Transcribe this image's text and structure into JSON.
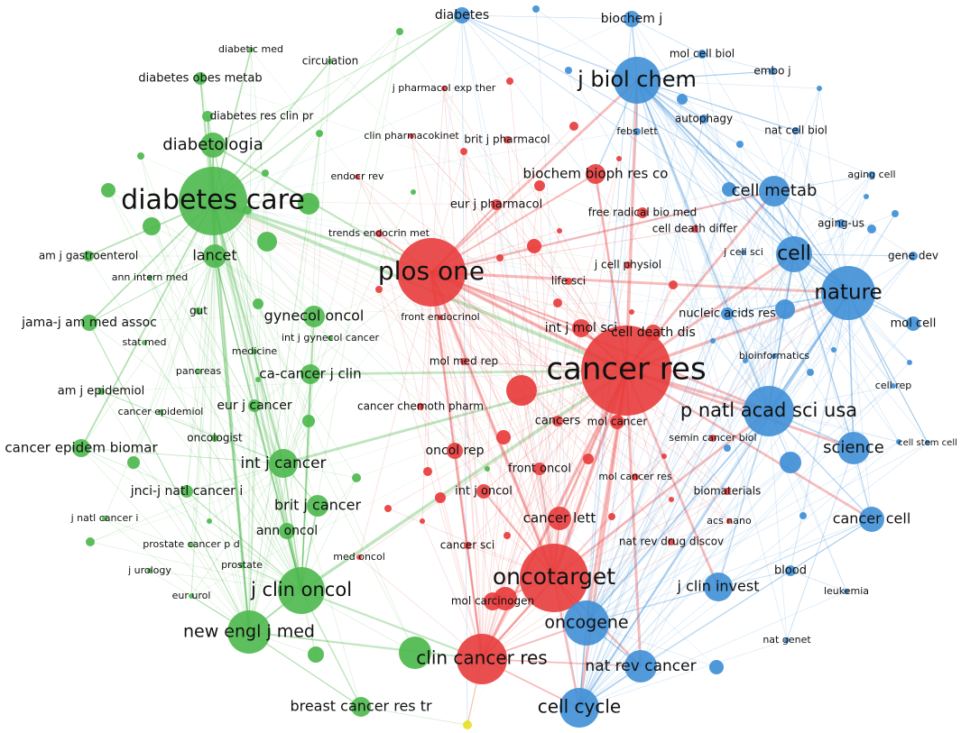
{
  "colors": {
    "green": "#4cb84c",
    "red": "#e83c3c",
    "blue": "#3f8fd6",
    "yellow": "#e6e020"
  },
  "nodes": [
    {
      "id": "diabetes-care",
      "label": "diabetes care",
      "group": "green",
      "weight": 30
    },
    {
      "id": "diabetologia",
      "label": "diabetologia",
      "group": "green",
      "weight": 9
    },
    {
      "id": "diabetes-obes-metab",
      "label": "diabetes obes metab",
      "group": "green",
      "weight": 5
    },
    {
      "id": "diabetic-med",
      "label": "diabetic med",
      "group": "green",
      "weight": 2
    },
    {
      "id": "circulation",
      "label": "circulation",
      "group": "green",
      "weight": 2
    },
    {
      "id": "diabetes-res-clin-pr",
      "label": "diabetes res clin pr",
      "group": "green",
      "weight": 4
    },
    {
      "id": "lancet",
      "label": "lancet",
      "group": "green",
      "weight": 9
    },
    {
      "id": "am-j-gastroenterol",
      "label": "am j gastroenterol",
      "group": "green",
      "weight": 3
    },
    {
      "id": "ann-intern-med",
      "label": "ann intern med",
      "group": "green",
      "weight": 2
    },
    {
      "id": "gut",
      "label": "gut",
      "group": "green",
      "weight": 2
    },
    {
      "id": "jama",
      "label": "jama-j am med assoc",
      "group": "green",
      "weight": 4
    },
    {
      "id": "stat-med",
      "label": "stat med",
      "group": "green",
      "weight": 2
    },
    {
      "id": "pancreas",
      "label": "pancreas",
      "group": "green",
      "weight": 2
    },
    {
      "id": "medicine",
      "label": "medicine",
      "group": "green",
      "weight": 2
    },
    {
      "id": "gynecol-oncol",
      "label": "gynecol oncol",
      "group": "green",
      "weight": 8
    },
    {
      "id": "int-j-gynecol-cancer",
      "label": "int j gynecol cancer",
      "group": "green",
      "weight": 2
    },
    {
      "id": "ca-cancer-j-clin",
      "label": "ca-cancer j clin",
      "group": "green",
      "weight": 7
    },
    {
      "id": "am-j-epidemiol",
      "label": "am j epidemiol",
      "group": "green",
      "weight": 3
    },
    {
      "id": "cancer-epidemiol",
      "label": "cancer epidemiol",
      "group": "green",
      "weight": 2
    },
    {
      "id": "eur-j-cancer",
      "label": "eur j cancer",
      "group": "green",
      "weight": 5
    },
    {
      "id": "oncologist",
      "label": "oncologist",
      "group": "green",
      "weight": 3
    },
    {
      "id": "cancer-epidem-biomar",
      "label": "cancer epidem biomar",
      "group": "green",
      "weight": 5
    },
    {
      "id": "int-j-cancer",
      "label": "int j cancer",
      "group": "green",
      "weight": 11
    },
    {
      "id": "jnci",
      "label": "jnci-j natl cancer i",
      "group": "green",
      "weight": 5
    },
    {
      "id": "j-natl-cancer-i",
      "label": "j natl cancer i",
      "group": "green",
      "weight": 2
    },
    {
      "id": "brit-j-cancer",
      "label": "brit j cancer",
      "group": "green",
      "weight": 8
    },
    {
      "id": "ann-oncol",
      "label": "ann oncol",
      "group": "green",
      "weight": 6
    },
    {
      "id": "prostate-cancer-p-d",
      "label": "prostate cancer p d",
      "group": "green",
      "weight": 2
    },
    {
      "id": "j-urology",
      "label": "j urology",
      "group": "green",
      "weight": 2
    },
    {
      "id": "prostate",
      "label": "prostate",
      "group": "green",
      "weight": 2
    },
    {
      "id": "j-clin-oncol",
      "label": "j clin oncol",
      "group": "green",
      "weight": 20
    },
    {
      "id": "eur-urol",
      "label": "eur urol",
      "group": "green",
      "weight": 2
    },
    {
      "id": "new-engl-j-med",
      "label": "new engl j med",
      "group": "green",
      "weight": 16
    },
    {
      "id": "breast-cancer-res-tr",
      "label": "breast cancer res tr",
      "group": "green",
      "weight": 7
    },
    {
      "id": "plos-one",
      "label": "plos one",
      "group": "red",
      "weight": 30
    },
    {
      "id": "cancer-res",
      "label": "cancer res",
      "group": "red",
      "weight": 40
    },
    {
      "id": "oncotarget",
      "label": "oncotarget",
      "group": "red",
      "weight": 30
    },
    {
      "id": "clin-cancer-res",
      "label": "clin cancer res",
      "group": "red",
      "weight": 18
    },
    {
      "id": "j-pharmacol-exp-ther",
      "label": "j pharmacol exp ther",
      "group": "red",
      "weight": 2
    },
    {
      "id": "clin-pharmacokinet",
      "label": "clin pharmacokinet",
      "group": "red",
      "weight": 2
    },
    {
      "id": "brit-j-pharmacol",
      "label": "brit j pharmacol",
      "group": "red",
      "weight": 3
    },
    {
      "id": "biochem-bioph-res-co",
      "label": "biochem bioph res co",
      "group": "red",
      "weight": 7
    },
    {
      "id": "endocr-rev",
      "label": "endocr rev",
      "group": "red",
      "weight": 2
    },
    {
      "id": "eur-j-pharmacol",
      "label": "eur j pharmacol",
      "group": "red",
      "weight": 4
    },
    {
      "id": "free-radical-bio-med",
      "label": "free radical bio med",
      "group": "red",
      "weight": 4
    },
    {
      "id": "cell-death-differ",
      "label": "cell death differ",
      "group": "red",
      "weight": 3
    },
    {
      "id": "trends-endocrin-met",
      "label": "trends endocrin met",
      "group": "red",
      "weight": 3
    },
    {
      "id": "j-cell-physiol",
      "label": "j cell physiol",
      "group": "red",
      "weight": 3
    },
    {
      "id": "life-sci",
      "label": "life sci",
      "group": "red",
      "weight": 3
    },
    {
      "id": "front-endocrinol",
      "label": "front endocrinol",
      "group": "red",
      "weight": 2
    },
    {
      "id": "int-j-mol-sci",
      "label": "int j mol sci",
      "group": "red",
      "weight": 7
    },
    {
      "id": "cell-death-dis",
      "label": "cell death dis",
      "group": "red",
      "weight": 6
    },
    {
      "id": "mol-med-rep",
      "label": "mol med rep",
      "group": "red",
      "weight": 3
    },
    {
      "id": "cancer-chemoth-pharm",
      "label": "cancer chemoth pharm",
      "group": "red",
      "weight": 3
    },
    {
      "id": "cancers",
      "label": "cancers",
      "group": "red",
      "weight": 4
    },
    {
      "id": "mol-cancer",
      "label": "mol cancer",
      "group": "red",
      "weight": 5
    },
    {
      "id": "semin-cancer-biol",
      "label": "semin cancer biol",
      "group": "red",
      "weight": 3
    },
    {
      "id": "oncol-rep",
      "label": "oncol rep",
      "group": "red",
      "weight": 6
    },
    {
      "id": "front-oncol",
      "label": "front oncol",
      "group": "red",
      "weight": 5
    },
    {
      "id": "mol-cancer-res",
      "label": "mol cancer res",
      "group": "red",
      "weight": 3
    },
    {
      "id": "int-j-oncol",
      "label": "int j oncol",
      "group": "red",
      "weight": 5
    },
    {
      "id": "biomaterials",
      "label": "biomaterials",
      "group": "red",
      "weight": 3
    },
    {
      "id": "cancer-lett",
      "label": "cancer lett",
      "group": "red",
      "weight": 9
    },
    {
      "id": "acs-nano",
      "label": "acs nano",
      "group": "red",
      "weight": 2
    },
    {
      "id": "nat-rev-drug-discov",
      "label": "nat rev drug discov",
      "group": "red",
      "weight": 3
    },
    {
      "id": "cancer-sci",
      "label": "cancer sci",
      "group": "red",
      "weight": 3
    },
    {
      "id": "med-oncol",
      "label": "med oncol",
      "group": "red",
      "weight": 2
    },
    {
      "id": "mol-carcinogen",
      "label": "mol carcinogen",
      "group": "red",
      "weight": 5
    },
    {
      "id": "diabetes",
      "label": "diabetes",
      "group": "blue",
      "weight": 6
    },
    {
      "id": "biochem-j",
      "label": "biochem j",
      "group": "blue",
      "weight": 5
    },
    {
      "id": "mol-cell-biol",
      "label": "mol cell biol",
      "group": "blue",
      "weight": 3
    },
    {
      "id": "embo-j",
      "label": "embo j",
      "group": "blue",
      "weight": 2
    },
    {
      "id": "j-biol-chem",
      "label": "j biol chem",
      "group": "blue",
      "weight": 20
    },
    {
      "id": "autophagy",
      "label": "autophagy",
      "group": "blue",
      "weight": 3
    },
    {
      "id": "febs-lett",
      "label": "febs lett",
      "group": "blue",
      "weight": 2
    },
    {
      "id": "nat-cell-biol",
      "label": "nat cell biol",
      "group": "blue",
      "weight": 3
    },
    {
      "id": "aging-cell",
      "label": "aging cell",
      "group": "blue",
      "weight": 2
    },
    {
      "id": "cell-metab",
      "label": "cell metab",
      "group": "blue",
      "weight": 12
    },
    {
      "id": "aging-us",
      "label": "aging-us",
      "group": "blue",
      "weight": 3
    },
    {
      "id": "cell",
      "label": "cell",
      "group": "blue",
      "weight": 14
    },
    {
      "id": "j-cell-sci",
      "label": "j cell sci",
      "group": "blue",
      "weight": 2
    },
    {
      "id": "gene-dev",
      "label": "gene dev",
      "group": "blue",
      "weight": 3
    },
    {
      "id": "nature",
      "label": "nature",
      "group": "blue",
      "weight": 22
    },
    {
      "id": "nucleic-acids-res",
      "label": "nucleic acids res",
      "group": "blue",
      "weight": 5
    },
    {
      "id": "mol-cell",
      "label": "mol cell",
      "group": "blue",
      "weight": 5
    },
    {
      "id": "bioinformatics",
      "label": "bioinformatics",
      "group": "blue",
      "weight": 3
    },
    {
      "id": "cell-rep",
      "label": "cell rep",
      "group": "blue",
      "weight": 2
    },
    {
      "id": "p-natl-acad-sci-usa",
      "label": "p natl acad sci usa",
      "group": "blue",
      "weight": 18
    },
    {
      "id": "science",
      "label": "science",
      "group": "blue",
      "weight": 12
    },
    {
      "id": "cell-stem-cell",
      "label": "cell stem cell",
      "group": "blue",
      "weight": 2
    },
    {
      "id": "cancer-cell",
      "label": "cancer cell",
      "group": "blue",
      "weight": 8
    },
    {
      "id": "j-clin-invest",
      "label": "j clin invest",
      "group": "blue",
      "weight": 9
    },
    {
      "id": "blood",
      "label": "blood",
      "group": "blue",
      "weight": 4
    },
    {
      "id": "leukemia",
      "label": "leukemia",
      "group": "blue",
      "weight": 2
    },
    {
      "id": "oncogene",
      "label": "oncogene",
      "group": "blue",
      "weight": 16
    },
    {
      "id": "nat-genet",
      "label": "nat genet",
      "group": "blue",
      "weight": 2
    },
    {
      "id": "nat-rev-cancer",
      "label": "nat rev cancer",
      "group": "blue",
      "weight": 12
    },
    {
      "id": "cell-cycle",
      "label": "cell cycle",
      "group": "blue",
      "weight": 14
    },
    {
      "id": "yellow-node",
      "label": "",
      "group": "yellow",
      "weight": 2
    }
  ],
  "links": [
    [
      "diabetes-care",
      "diabetologia"
    ],
    [
      "diabetes-care",
      "lancet"
    ],
    [
      "diabetes-care",
      "diabetes-obes-metab"
    ],
    [
      "diabetes-care",
      "diabetes-res-clin-pr"
    ],
    [
      "diabetes-care",
      "jama"
    ],
    [
      "diabetes-care",
      "plos-one"
    ],
    [
      "diabetes-care",
      "new-engl-j-med"
    ],
    [
      "diabetes-care",
      "int-j-cancer"
    ],
    [
      "diabetes-care",
      "diabetes"
    ],
    [
      "diabetes-care",
      "cancer-res"
    ],
    [
      "diabetes-care",
      "cancer-epidem-biomar"
    ],
    [
      "diabetes-care",
      "am-j-gastroenterol"
    ],
    [
      "diabetes-care",
      "circulation"
    ],
    [
      "diabetes-care",
      "diabetic-med"
    ],
    [
      "diabetes-care",
      "j-clin-oncol"
    ],
    [
      "diabetologia",
      "lancet"
    ],
    [
      "diabetologia",
      "plos-one"
    ],
    [
      "diabetologia",
      "diabetes"
    ],
    [
      "lancet",
      "new-engl-j-med"
    ],
    [
      "lancet",
      "j-clin-oncol"
    ],
    [
      "lancet",
      "jama"
    ],
    [
      "jama",
      "new-engl-j-med"
    ],
    [
      "am-j-epidemiol",
      "int-j-cancer"
    ],
    [
      "cancer-epidem-biomar",
      "int-j-cancer"
    ],
    [
      "cancer-epidem-biomar",
      "jnci"
    ],
    [
      "int-j-cancer",
      "brit-j-cancer"
    ],
    [
      "int-j-cancer",
      "j-clin-oncol"
    ],
    [
      "int-j-cancer",
      "cancer-res"
    ],
    [
      "brit-j-cancer",
      "j-clin-oncol"
    ],
    [
      "gynecol-oncol",
      "j-clin-oncol"
    ],
    [
      "gynecol-oncol",
      "ca-cancer-j-clin"
    ],
    [
      "ca-cancer-j-clin",
      "j-clin-oncol"
    ],
    [
      "ca-cancer-j-clin",
      "cancer-res"
    ],
    [
      "j-clin-oncol",
      "new-engl-j-med"
    ],
    [
      "j-clin-oncol",
      "clin-cancer-res"
    ],
    [
      "j-clin-oncol",
      "cancer-res"
    ],
    [
      "j-clin-oncol",
      "ann-oncol"
    ],
    [
      "j-clin-oncol",
      "breast-cancer-res-tr"
    ],
    [
      "new-engl-j-med",
      "clin-cancer-res"
    ],
    [
      "new-engl-j-med",
      "breast-cancer-res-tr"
    ],
    [
      "new-engl-j-med",
      "eur-urol"
    ],
    [
      "jnci",
      "j-clin-oncol"
    ],
    [
      "eur-j-cancer",
      "j-clin-oncol"
    ],
    [
      "gut",
      "lancet"
    ],
    [
      "prostate",
      "j-clin-oncol"
    ],
    [
      "breast-cancer-res-tr",
      "yellow-node"
    ],
    [
      "clin-cancer-res",
      "yellow-node"
    ],
    [
      "diabetes",
      "yellow-node"
    ],
    [
      "plos-one",
      "cancer-res"
    ],
    [
      "plos-one",
      "oncotarget"
    ],
    [
      "plos-one",
      "clin-cancer-res"
    ],
    [
      "plos-one",
      "biochem-bioph-res-co"
    ],
    [
      "plos-one",
      "int-j-mol-sci"
    ],
    [
      "plos-one",
      "j-biol-chem"
    ],
    [
      "plos-one",
      "nature"
    ],
    [
      "plos-one",
      "cell-metab"
    ],
    [
      "plos-one",
      "p-natl-acad-sci-usa"
    ],
    [
      "plos-one",
      "trends-endocrin-met"
    ],
    [
      "plos-one",
      "front-endocrinol"
    ],
    [
      "plos-one",
      "eur-j-pharmacol"
    ],
    [
      "cancer-res",
      "oncotarget"
    ],
    [
      "cancer-res",
      "clin-cancer-res"
    ],
    [
      "cancer-res",
      "nature"
    ],
    [
      "cancer-res",
      "cell"
    ],
    [
      "cancer-res",
      "p-natl-acad-sci-usa"
    ],
    [
      "cancer-res",
      "science"
    ],
    [
      "cancer-res",
      "j-biol-chem"
    ],
    [
      "cancer-res",
      "oncogene"
    ],
    [
      "cancer-res",
      "cancer-cell"
    ],
    [
      "cancer-res",
      "nat-rev-cancer"
    ],
    [
      "cancer-res",
      "cell-cycle"
    ],
    [
      "cancer-res",
      "cancer-lett"
    ],
    [
      "cancer-res",
      "int-j-mol-sci"
    ],
    [
      "cancer-res",
      "cell-death-dis"
    ],
    [
      "cancer-res",
      "mol-cancer"
    ],
    [
      "cancer-res",
      "j-clin-invest"
    ],
    [
      "cancer-res",
      "cell-metab"
    ],
    [
      "cancer-res",
      "biochem-bioph-res-co"
    ],
    [
      "oncotarget",
      "clin-cancer-res"
    ],
    [
      "oncotarget",
      "oncogene"
    ],
    [
      "oncotarget",
      "cancer-lett"
    ],
    [
      "oncotarget",
      "cell-cycle"
    ],
    [
      "oncotarget",
      "nat-rev-cancer"
    ],
    [
      "oncotarget",
      "mol-carcinogen"
    ],
    [
      "oncotarget",
      "p-natl-acad-sci-usa"
    ],
    [
      "oncotarget",
      "int-j-oncol"
    ],
    [
      "oncotarget",
      "front-oncol"
    ],
    [
      "clin-cancer-res",
      "cell-cycle"
    ],
    [
      "clin-cancer-res",
      "oncogene"
    ],
    [
      "clin-cancer-res",
      "nat-rev-cancer"
    ],
    [
      "j-biol-chem",
      "biochem-j"
    ],
    [
      "j-biol-chem",
      "mol-cell-biol"
    ],
    [
      "j-biol-chem",
      "cell-metab"
    ],
    [
      "j-biol-chem",
      "diabetes"
    ],
    [
      "j-biol-chem",
      "nature"
    ],
    [
      "j-biol-chem",
      "cell"
    ],
    [
      "j-biol-chem",
      "p-natl-acad-sci-usa"
    ],
    [
      "j-biol-chem",
      "embo-j"
    ],
    [
      "j-biol-chem",
      "autophagy"
    ],
    [
      "j-biol-chem",
      "febs-lett"
    ],
    [
      "j-biol-chem",
      "nat-cell-biol"
    ],
    [
      "j-biol-chem",
      "biochem-bioph-res-co"
    ],
    [
      "cell-metab",
      "cell"
    ],
    [
      "cell-metab",
      "nature"
    ],
    [
      "cell-metab",
      "aging-cell"
    ],
    [
      "cell-metab",
      "aging-us"
    ],
    [
      "cell",
      "nature"
    ],
    [
      "cell",
      "science"
    ],
    [
      "cell",
      "p-natl-acad-sci-usa"
    ],
    [
      "cell",
      "mol-cell"
    ],
    [
      "cell",
      "gene-dev"
    ],
    [
      "nature",
      "science"
    ],
    [
      "nature",
      "p-natl-acad-sci-usa"
    ],
    [
      "nature",
      "mol-cell"
    ],
    [
      "nature",
      "nucleic-acids-res"
    ],
    [
      "nature",
      "cell-stem-cell"
    ],
    [
      "nature",
      "cell-rep"
    ],
    [
      "p-natl-acad-sci-usa",
      "science"
    ],
    [
      "p-natl-acad-sci-usa",
      "j-clin-invest"
    ],
    [
      "p-natl-acad-sci-usa",
      "oncogene"
    ],
    [
      "p-natl-acad-sci-usa",
      "cancer-cell"
    ],
    [
      "science",
      "cancer-cell"
    ],
    [
      "science",
      "nat-genet"
    ],
    [
      "cancer-cell",
      "j-clin-invest"
    ],
    [
      "cancer-cell",
      "blood"
    ],
    [
      "j-clin-invest",
      "oncogene"
    ],
    [
      "j-clin-invest",
      "blood"
    ],
    [
      "blood",
      "leukemia"
    ],
    [
      "oncogene",
      "nat-rev-cancer"
    ],
    [
      "oncogene",
      "cell-cycle"
    ],
    [
      "nat-rev-cancer",
      "cell-cycle"
    ],
    [
      "nat-rev-cancer",
      "cancer-cell"
    ],
    [
      "cell-cycle",
      "nature"
    ],
    [
      "diabetes",
      "biochem-j"
    ],
    [
      "diabetes",
      "cell-metab"
    ],
    [
      "biochem-j",
      "mol-cell-biol"
    ],
    [
      "mol-cell-biol",
      "embo-j"
    ],
    [
      "bioinformatics",
      "nucleic-acids-res"
    ]
  ]
}
